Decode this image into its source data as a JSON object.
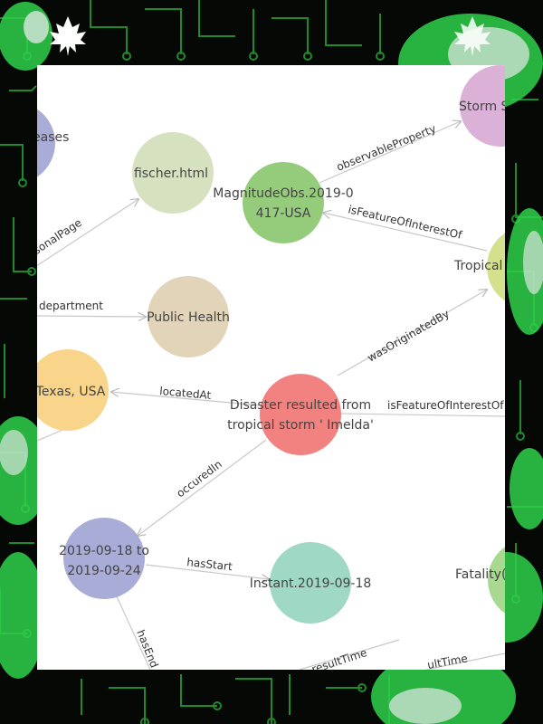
{
  "colors": {
    "background": "#050805",
    "circuit": "#1f8a2a",
    "chrome_green": "#2fd04a",
    "chrome_silver": "#d8e6de",
    "card": "#ffffff",
    "edge": "#c8c8c8"
  },
  "icons": [
    "maple-leaf-icon",
    "maple-leaf-icon"
  ],
  "graph": {
    "nodes": [
      {
        "id": "diseases",
        "lines": [
          "eases"
        ],
        "color": "#a9acd6"
      },
      {
        "id": "fischer",
        "lines": [
          "fischer.html"
        ],
        "color": "#d6e2bf"
      },
      {
        "id": "magnitude",
        "lines": [
          "MagnitudeObs.2019-0",
          "417-USA"
        ],
        "color": "#95cc7c"
      },
      {
        "id": "stormseries",
        "lines": [
          "Storm S"
        ],
        "color": "#dcb1d8"
      },
      {
        "id": "tropical",
        "lines": [
          "Tropical"
        ],
        "color": "#d4e08c"
      },
      {
        "id": "publichealth",
        "lines": [
          "Public Health"
        ],
        "color": "#e1d4b8"
      },
      {
        "id": "texas",
        "lines": [
          "Texas, USA"
        ],
        "color": "#f8d58a"
      },
      {
        "id": "disaster",
        "lines": [
          "Disaster resulted from",
          "tropical storm ' Imelda'"
        ],
        "color": "#f28280"
      },
      {
        "id": "interval",
        "lines": [
          "2019-09-18 to",
          "2019-09-24"
        ],
        "color": "#a9acd6"
      },
      {
        "id": "instant",
        "lines": [
          "Instant.2019-09-18"
        ],
        "color": "#9fd8c4"
      },
      {
        "id": "fatality",
        "lines": [
          "Fatality("
        ],
        "color": "#a9d890"
      }
    ],
    "edges": [
      {
        "from": "personal",
        "to": "fischer",
        "label": "rsonalPage"
      },
      {
        "from": "magnitude",
        "to": "stormseries",
        "label": "observableProperty"
      },
      {
        "from": "tropical",
        "to": "magnitude",
        "label": "isFeatureOfInterestOf"
      },
      {
        "from": "dept",
        "to": "publichealth",
        "label": "department"
      },
      {
        "from": "disaster",
        "to": "tropical",
        "label": "wasOriginatedBy"
      },
      {
        "from": "disaster",
        "to": "texas",
        "label": "locatedAt"
      },
      {
        "from": "disaster",
        "to": "right",
        "label": "isFeatureOfInterestOf"
      },
      {
        "from": "disaster",
        "to": "interval",
        "label": "occuredIn"
      },
      {
        "from": "interval",
        "to": "instant",
        "label": "hasStart"
      },
      {
        "from": "interval",
        "to": "bottom",
        "label": "hasEnd"
      },
      {
        "from": "bottom2",
        "to": "resulttime1",
        "label": "resultTime"
      },
      {
        "from": "bottom3",
        "to": "resulttime2",
        "label": "ultTime"
      }
    ]
  }
}
